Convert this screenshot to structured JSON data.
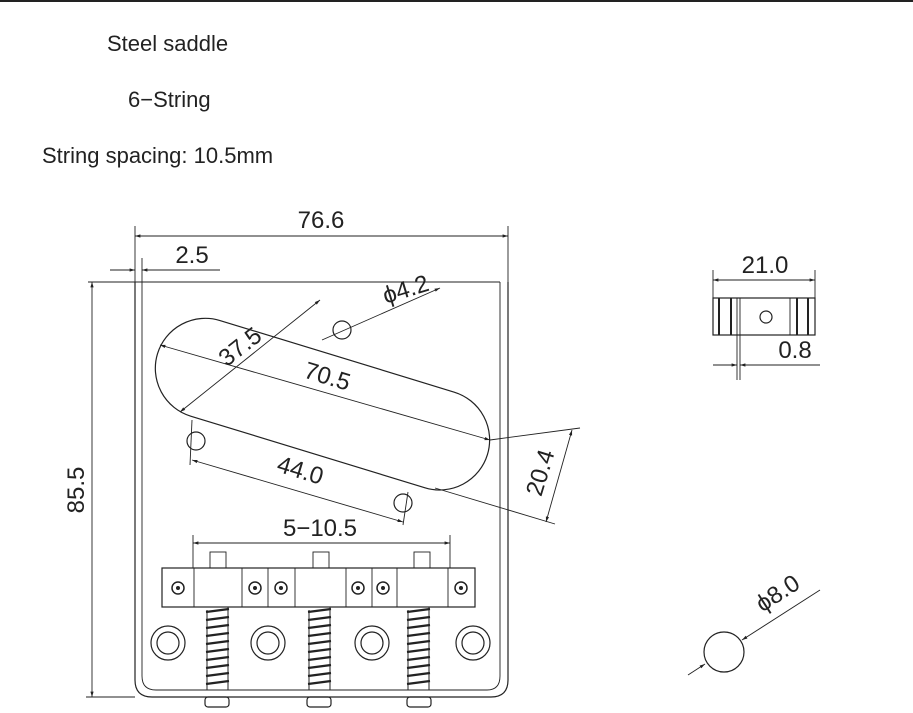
{
  "header": {
    "title": "Steel saddle",
    "strings": "6−String",
    "spacing": "String spacing: 10.5mm"
  },
  "dimensions": {
    "width": "76.6",
    "edge": "2.5",
    "height": "85.5",
    "hole_dia": "ϕ4.2",
    "slot_width": "37.5",
    "slot_length": "70.5",
    "hole_spacing": "44.0",
    "offset": "20.4",
    "saddle_spacing": "5−10.5",
    "saddle_length": "21.0",
    "saddle_gap": "0.8",
    "mount_dia": "ϕ8.0"
  }
}
